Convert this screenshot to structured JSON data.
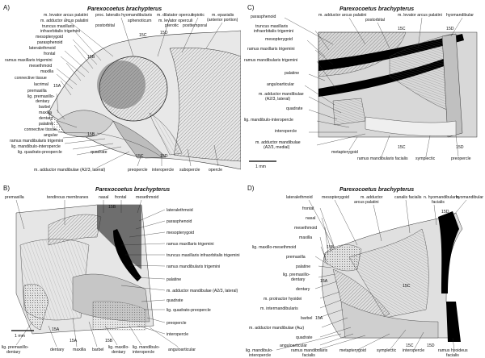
{
  "panelA": {
    "letter": "A)",
    "title": "Parexocoetus brachypterus",
    "labels": [
      "m. levator arcus palatini",
      "proc. lateralis hyomandibularis",
      "m. dilatator operculi",
      "epiotic",
      "m. epaxialis",
      "(anterior portion)",
      "m. adductor arcus palatini",
      "sphenoticum",
      "truncus maxillaris",
      "infraorbitalis trigemini",
      "postorbital",
      "m. levator operculi",
      "pterotic",
      "posttemporal",
      "mesopterygoid",
      "parasphenoid",
      "lateralethmoid",
      "frontal",
      "ramus maxillaris trigemini",
      "mesethmoid",
      "maxilla",
      "connective tissue",
      "lacrimal",
      "premaxilla",
      "lig. premaxillo-",
      "dentary",
      "barbel",
      "maxilla",
      "dentary",
      "palatine",
      "connective tissue",
      "angular",
      "ramus mandibularis trigemini",
      "lig. mandibulo-interopercle",
      "lig. quadrato-preopercle",
      "quadrate",
      "m. adductor mandibulae (A2/3, lateral)",
      "preopercle",
      "interopercle",
      "subopercle",
      "opercle",
      "15C",
      "15D",
      "15B",
      "15A",
      "15B",
      "15C",
      "15D"
    ]
  },
  "panelB": {
    "letter": "B)",
    "title": "Parexocoetus brachypterus",
    "labels_top": [
      "premaxilla",
      "tendinous membranes",
      "nasal",
      "frontal",
      "mesethmoid"
    ],
    "labels_right": [
      "lateralethmoid",
      "parasphenoid",
      "mesopterygoid",
      "ramus maxillaris trigemini",
      "truncus maxillaris infraorbitalis trigemini",
      "ramus mandibularis trigemini",
      "palatine",
      "m. adductor mandibulae (A2/3, lateral)",
      "quadrate",
      "lig. quadrato-preopercle",
      "preopercle",
      "interopercle"
    ],
    "labels_bottom": [
      "lig. premaxillo-",
      "dentary",
      "dentary",
      "maxilla",
      "barbel",
      "lig. maxillo-",
      "dentary",
      "lig. mandibulo-",
      "interopercle",
      "anguloarticular"
    ],
    "marks": [
      "15B",
      "15A",
      "15A",
      "15B"
    ],
    "scale": "1 mm"
  },
  "panelC": {
    "letter": "C)",
    "title": "Parexocoetus brachypterus",
    "labels_top": [
      "parasphenoid",
      "m. adductor arcus palatini",
      "postorbital",
      "m. levator arcus palatini",
      "hyomandibular"
    ],
    "labels_left": [
      "truncus maxillaris",
      "infraorbitalis trigemini",
      "mesopterygoid",
      "ramus maxillaris trigemini",
      "ramus mandibularis trigemini",
      "palatine",
      "anguloarticular",
      "m. adductor mandibulae",
      "(A2/3, lateral)",
      "quadrate",
      "lig. mandibulo-interopercle",
      "interopercle",
      "m. adductor mandibulae",
      "(A2/3, medial)"
    ],
    "labels_bottom": [
      "metapterygoid",
      "ramus mandibularis facialis",
      "symplectic",
      "preopercle"
    ],
    "marks": [
      "15C",
      "15D",
      "15C",
      "15D"
    ],
    "scale": "1 mm"
  },
  "panelD": {
    "letter": "D)",
    "title": "Parexocoetus brachypterus",
    "labels_top": [
      "lateralethmoid",
      "mesopterygoid",
      "m. adductor",
      "arcus palatini",
      "canalis facialis",
      "n. hyomandibularis",
      "facialis",
      "hyomandibular"
    ],
    "labels_left": [
      "frontal",
      "nasal",
      "mesethmoid",
      "maxilla",
      "lig. maxillo-mesethmoid",
      "premaxilla",
      "palatine",
      "lig. premaxillo-",
      "dentary",
      "dentary",
      "m. protractor hyoidei",
      "m. intermandibularis",
      "barbel",
      "m. adductor mandibulae (Aω)",
      "quadrate",
      "anguloarticular"
    ],
    "labels_bottom": [
      "lig. mandibulo-",
      "interopercle",
      "ramus mandibularis",
      "facialis",
      "metapterygoid",
      "symplectic",
      "interopercle",
      "ramus hyoideus",
      "facialis"
    ],
    "marks": [
      "15B",
      "15A",
      "15A",
      "15C",
      "15D",
      "15C",
      "15D"
    ]
  },
  "colors": {
    "ink": "#111111",
    "hatch_grey": "#9a9a9a",
    "light_grey": "#d6d6d6",
    "dark": "#000000"
  }
}
